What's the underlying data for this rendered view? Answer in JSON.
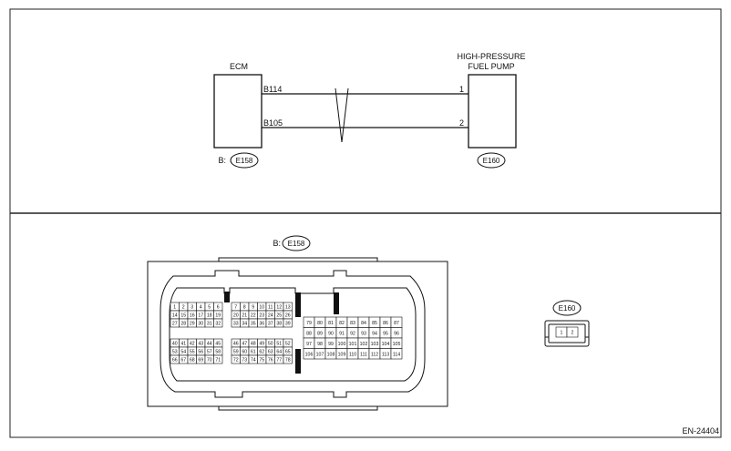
{
  "ecm": {
    "label": "ECM",
    "prefix": "B:",
    "connector": "E158"
  },
  "pump": {
    "label_line1": "HIGH-PRESSURE",
    "label_line2": "FUEL PUMP",
    "connector": "E160"
  },
  "wires": [
    {
      "ecm_terminal": "B114",
      "pump_terminal": "1"
    },
    {
      "ecm_terminal": "B105",
      "pump_terminal": "2"
    }
  ],
  "ecm_connector": {
    "prefix": "B:",
    "id": "E158",
    "blockA": [
      [
        "1",
        "2",
        "3",
        "4",
        "5",
        "6"
      ],
      [
        "14",
        "15",
        "16",
        "17",
        "18",
        "19"
      ],
      [
        "27",
        "28",
        "29",
        "30",
        "31",
        "32"
      ],
      [
        "40",
        "41",
        "42",
        "43",
        "44",
        "45"
      ],
      [
        "53",
        "54",
        "55",
        "56",
        "57",
        "58"
      ],
      [
        "66",
        "67",
        "68",
        "69",
        "70",
        "71"
      ]
    ],
    "blockB": [
      [
        "7",
        "8",
        "9",
        "10",
        "11",
        "12",
        "13"
      ],
      [
        "20",
        "21",
        "22",
        "23",
        "24",
        "25",
        "26"
      ],
      [
        "33",
        "34",
        "35",
        "36",
        "37",
        "38",
        "39"
      ],
      [
        "46",
        "47",
        "48",
        "49",
        "50",
        "51",
        "52"
      ],
      [
        "59",
        "60",
        "61",
        "62",
        "63",
        "64",
        "65"
      ],
      [
        "72",
        "73",
        "74",
        "75",
        "76",
        "77",
        "78"
      ]
    ],
    "blockC": [
      [
        "79",
        "80",
        "81",
        "82",
        "83",
        "84",
        "85",
        "86",
        "87"
      ],
      [
        "88",
        "89",
        "90",
        "91",
        "92",
        "93",
        "94",
        "95",
        "96"
      ],
      [
        "97",
        "98",
        "99",
        "100",
        "101",
        "102",
        "103",
        "104",
        "105"
      ],
      [
        "106",
        "107",
        "108",
        "109",
        "110",
        "111",
        "112",
        "113",
        "114"
      ]
    ]
  },
  "pump_connector": {
    "id": "E160",
    "pins": [
      "1",
      "2"
    ]
  },
  "figure_id": "EN-24404"
}
